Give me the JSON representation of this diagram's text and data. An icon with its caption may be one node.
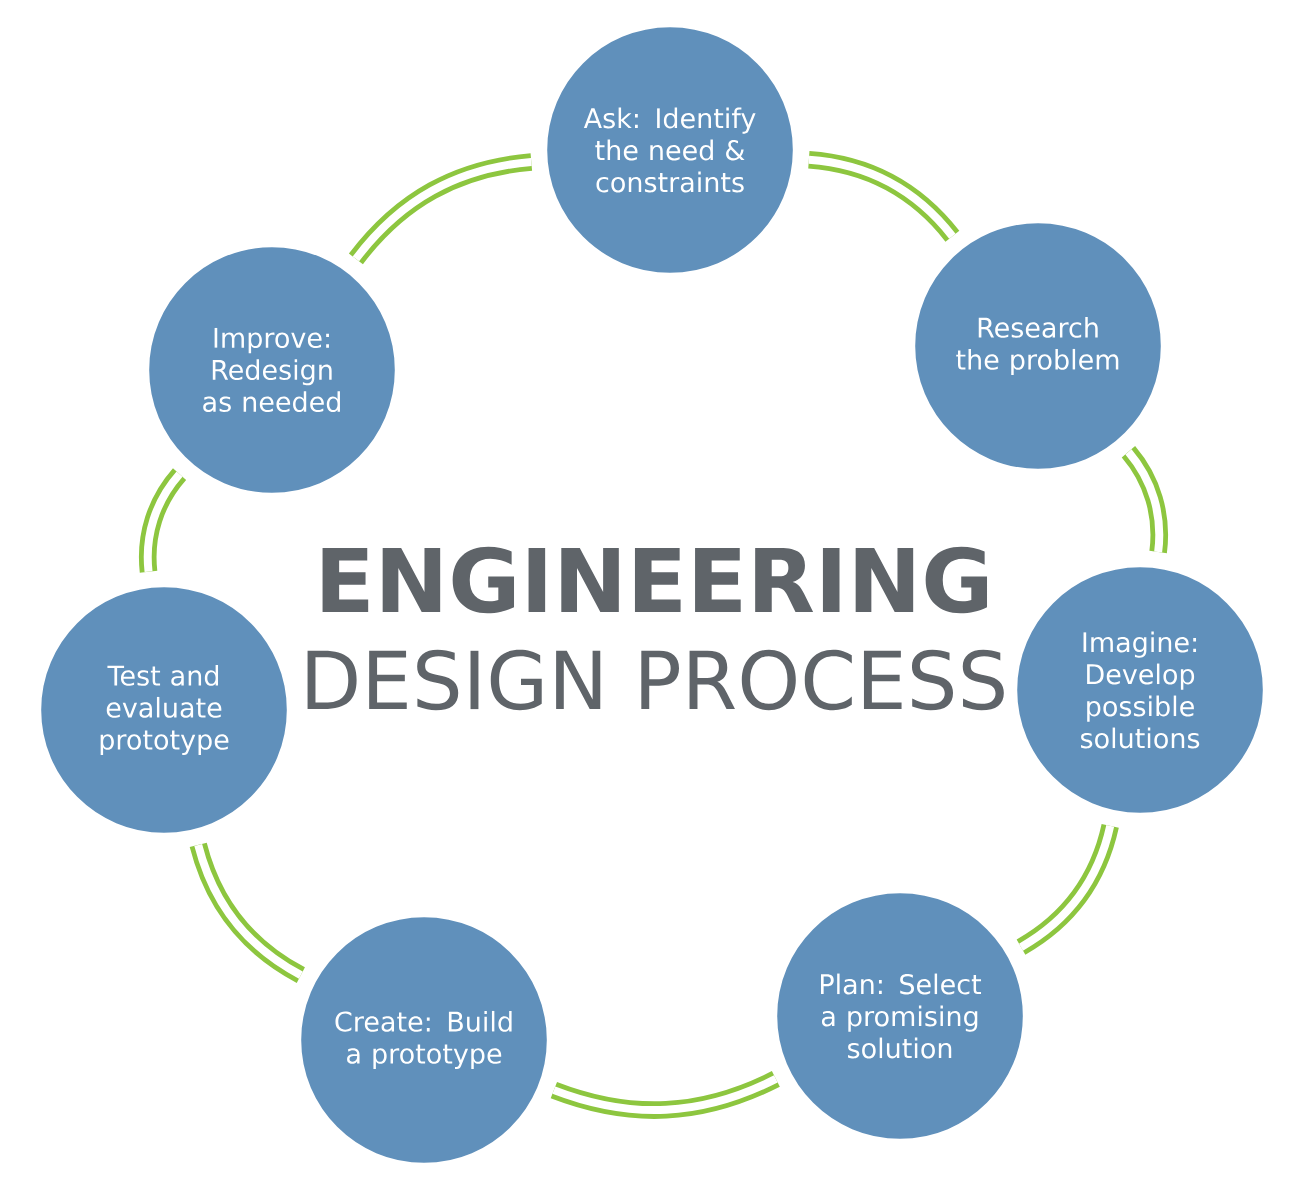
{
  "diagram": {
    "title": "ENGINEERING",
    "nodes": [
      {
        "text": [
          "Ask: Identify the need & constraints"
        ]
      },
      {
        "text": [
          "Research the problem"
        ]
      },
      {
        "text": [
          "Imagine: Develop possible solutions"
        ]
      },
      {
        "text": [
          "Plan: Select a promising solution"
        ]
      },
      {
        "text": [
          "Create: Build a prototype"
        ]
      },
      {
        "text": [
          "Test and evaluate prototype"
        ]
      },
      {
        "text": [
          "Improve: Redesign as needed"
        ]
      }
    ],
    "edges": [
      {
        "from": 0,
        "to": 1,
        "arrow": "none"
      },
      {
        "from": 1,
        "to": 2,
        "arrow": "none"
      },
      {
        "from": 2,
        "to": 3,
        "arrow": "none"
      },
      {
        "from": 3,
        "to": 4,
        "arrow": "none"
      },
      {
        "from": 4,
        "to": 5,
        "arrow": "none"
      },
      {
        "from": 5,
        "to": 6,
        "arrow": "none"
      },
      {
        "from": 6,
        "to": 0,
        "arrow": "none"
      }
    ],
    "labels": [
      "DESIGN PROCESS"
    ]
  }
}
